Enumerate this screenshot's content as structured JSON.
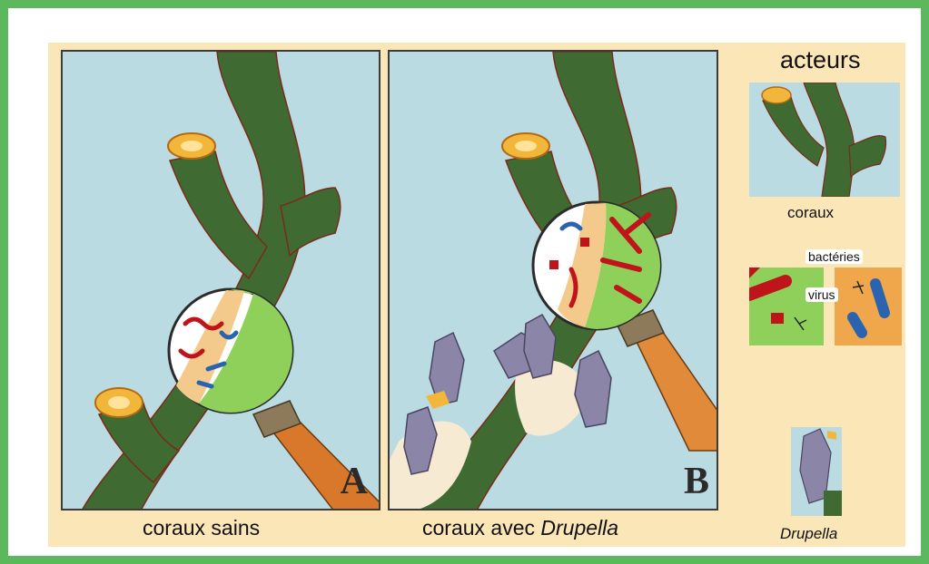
{
  "panels": {
    "a": {
      "letter": "A",
      "caption": "coraux sains"
    },
    "b": {
      "letter": "B",
      "caption_prefix": "coraux avec ",
      "caption_italic": "Drupella"
    }
  },
  "legend": {
    "title": "acteurs",
    "corals_label": "coraux",
    "bacteria_label": "bactéries",
    "virus_label": "virus",
    "drupella_label": "Drupella"
  },
  "colors": {
    "frame": "#5cb85c",
    "background": "#fbe6b8",
    "water": "#b9dbe1",
    "coral": "#3f6b32",
    "bacteria_red": "#c0141b",
    "bacteria_blue": "#2a63b0",
    "handle": "#d9772a"
  }
}
